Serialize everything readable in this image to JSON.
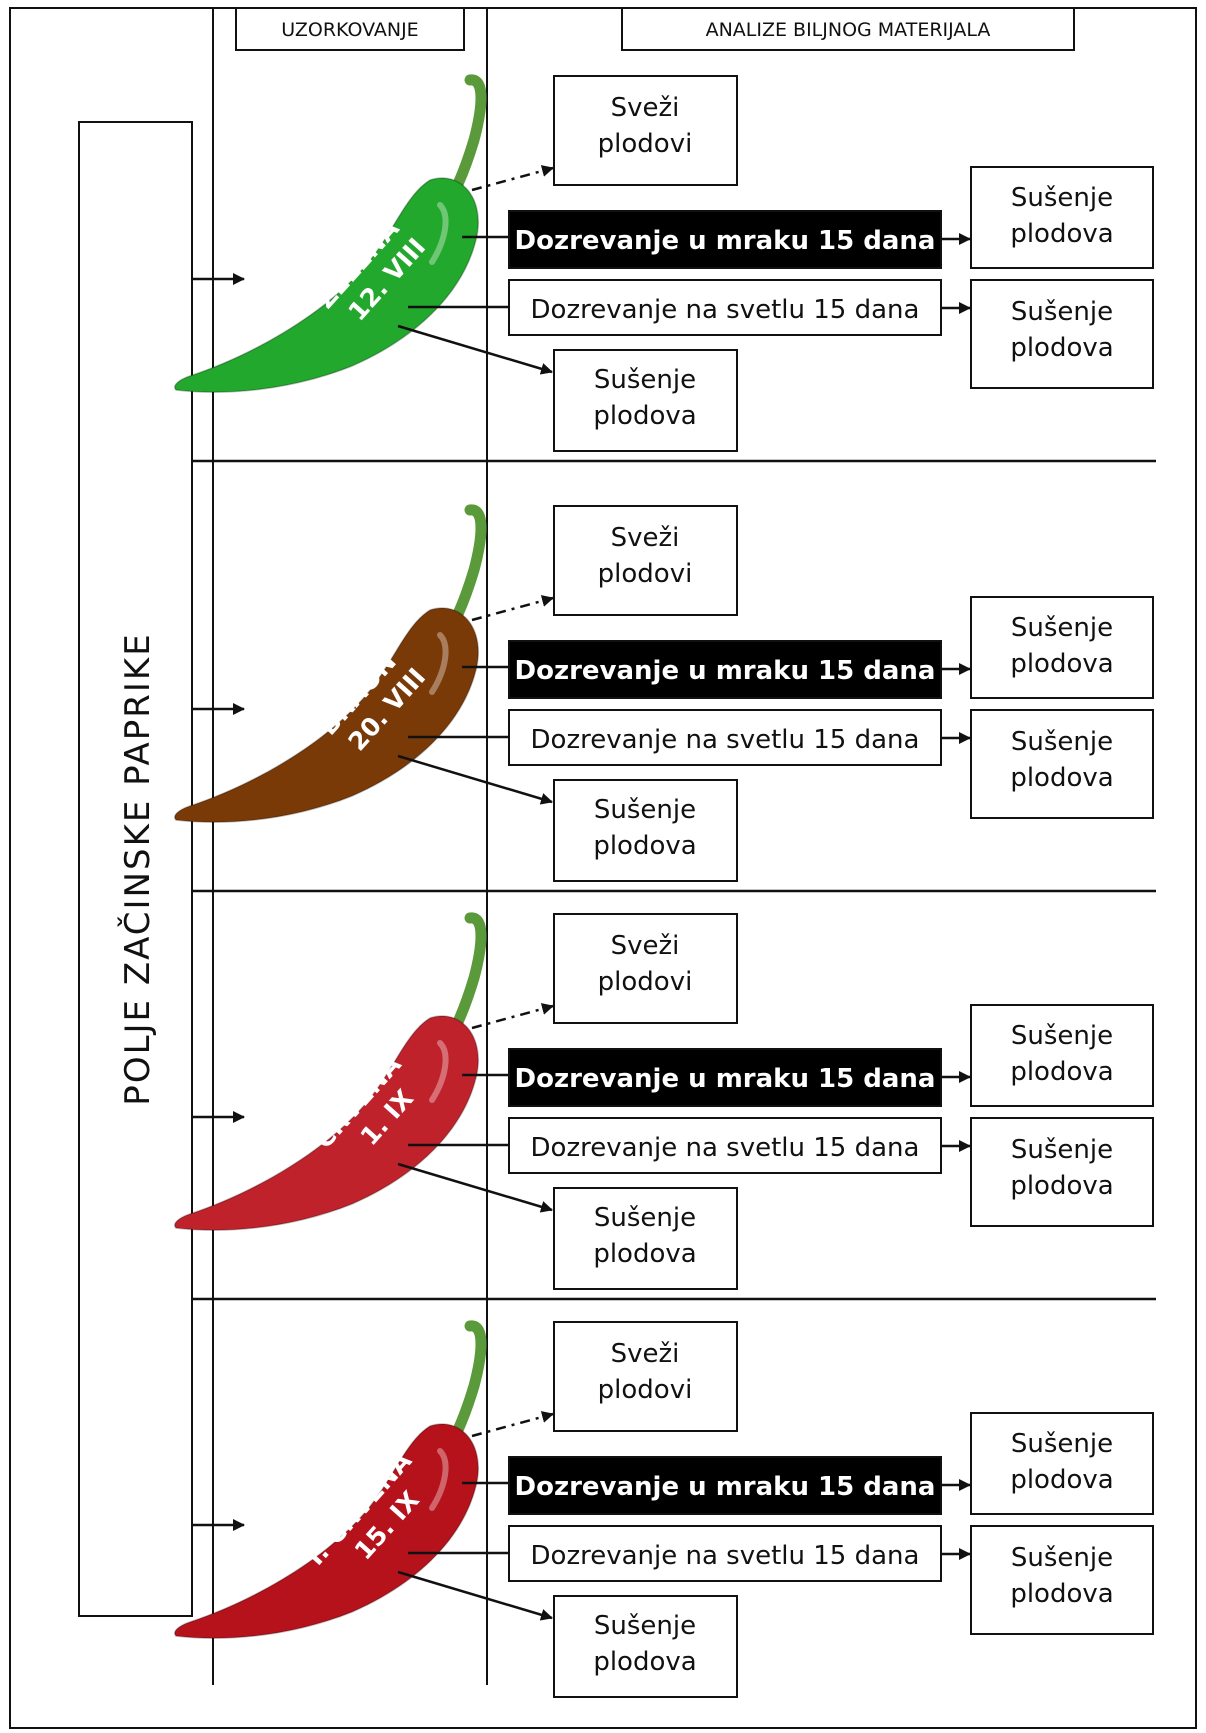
{
  "headers": {
    "sampling": "UZORKOVANJE",
    "analysis": "ANALIZE BILJNOG MATERIJALA"
  },
  "side_label": "POLJE ZAČINSKE PAPRIKE",
  "colors": {
    "line": "#111111",
    "dark_box": "#000000",
    "peppers": [
      "#22a82c",
      "#7a3a08",
      "#c0222c",
      "#b5121c"
    ]
  },
  "stages": [
    {
      "name": "ZELENA",
      "date": "12. VIII",
      "fresh": [
        "Sveži",
        "plodovi"
      ],
      "dark": "Dozrevanje u mraku 15 dana",
      "light": "Dozrevanje na svetlu 15 dana",
      "dry_dark": [
        "Sušenje",
        "plodova"
      ],
      "dry_light": [
        "Sušenje",
        "plodova"
      ],
      "dry_direct": [
        "Sušenje",
        "plodova"
      ]
    },
    {
      "name": "BRAON",
      "date": "20. VIII",
      "fresh": [
        "Sveži",
        "plodovi"
      ],
      "dark": "Dozrevanje u mraku 15 dana",
      "light": "Dozrevanje na svetlu 15 dana",
      "dry_dark": [
        "Sušenje",
        "plodova"
      ],
      "dry_light": [
        "Sušenje",
        "plodova"
      ],
      "dry_direct": [
        "Sušenje",
        "plodova"
      ]
    },
    {
      "name": "CRVENA",
      "date": "1. IX",
      "fresh": [
        "Sveži",
        "plodovi"
      ],
      "dark": "Dozrevanje u mraku 15 dana",
      "light": "Dozrevanje na svetlu 15 dana",
      "dry_dark": [
        "Sušenje",
        "plodova"
      ],
      "dry_light": [
        "Sušenje",
        "plodova"
      ],
      "dry_direct": [
        "Sušenje",
        "plodova"
      ]
    },
    {
      "name": "T. CRVENA",
      "date": "15. IX",
      "fresh": [
        "Sveži",
        "plodovi"
      ],
      "dark": "Dozrevanje u mraku 15 dana",
      "light": "Dozrevanje na svetlu 15 dana",
      "dry_dark": [
        "Sušenje",
        "plodova"
      ],
      "dry_light": [
        "Sušenje",
        "plodova"
      ],
      "dry_direct": [
        "Sušenje",
        "plodova"
      ]
    }
  ]
}
